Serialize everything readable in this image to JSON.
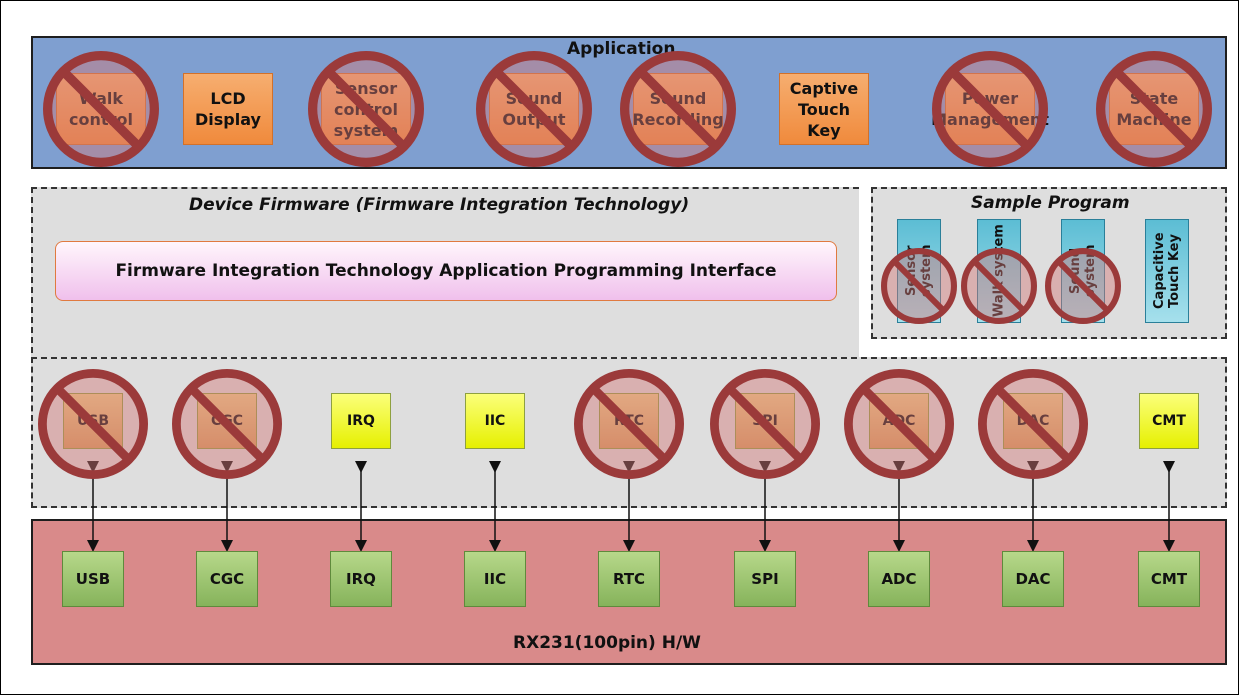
{
  "layers": {
    "application": "Application",
    "device_firmware": "Device Firmware (Firmware Integration Technology)",
    "sample_program": "Sample Program",
    "hardware": "RX231(100pin)  H/W"
  },
  "api_bar": "Firmware Integration Technology Application Programming Interface",
  "application_modules": [
    {
      "label": "Walk\ncontrol",
      "disabled": true
    },
    {
      "label": "LCD\nDisplay",
      "disabled": false
    },
    {
      "label": "Sensor control\nsystem",
      "disabled": true
    },
    {
      "label": "Sound\nOutput",
      "disabled": true
    },
    {
      "label": "Sound\nRecording",
      "disabled": true
    },
    {
      "label": "Captive\nTouch Key",
      "disabled": false
    },
    {
      "label": "Power\nManagement",
      "disabled": true
    },
    {
      "label": "State\nMachine",
      "disabled": true
    }
  ],
  "sample_modules": [
    {
      "label": "Sensor\nsystem",
      "disabled": true
    },
    {
      "label": "Walk\nsystem",
      "disabled": true
    },
    {
      "label": "Sound\nsystem",
      "disabled": true
    },
    {
      "label": "Capacitive Touch Key",
      "disabled": false
    }
  ],
  "drivers": [
    {
      "label": "USB",
      "disabled": true
    },
    {
      "label": "CGC",
      "disabled": true
    },
    {
      "label": "IRQ",
      "disabled": false
    },
    {
      "label": "IIC",
      "disabled": false
    },
    {
      "label": "RTC",
      "disabled": true
    },
    {
      "label": "SPI",
      "disabled": true
    },
    {
      "label": "ADC",
      "disabled": true
    },
    {
      "label": "DAC",
      "disabled": true
    },
    {
      "label": "CMT",
      "disabled": false
    }
  ],
  "hardware_modules": [
    "USB",
    "CGC",
    "IRQ",
    "IIC",
    "RTC",
    "SPI",
    "ADC",
    "DAC",
    "CMT"
  ],
  "colors": {
    "application_bg": "#7f9fd0",
    "firmware_bg": "#dedede",
    "hardware_bg": "#d98a8a",
    "app_box": "#f08a3c",
    "driver_box": "#e6f000",
    "hw_box": "#86b35b",
    "sample_box": "#5cbdd4",
    "prohibited_sign": "#9b3a3a"
  },
  "icons": {
    "disabled_marker": "prohibited-sign-icon",
    "link": "bidirectional-arrow-icon"
  }
}
